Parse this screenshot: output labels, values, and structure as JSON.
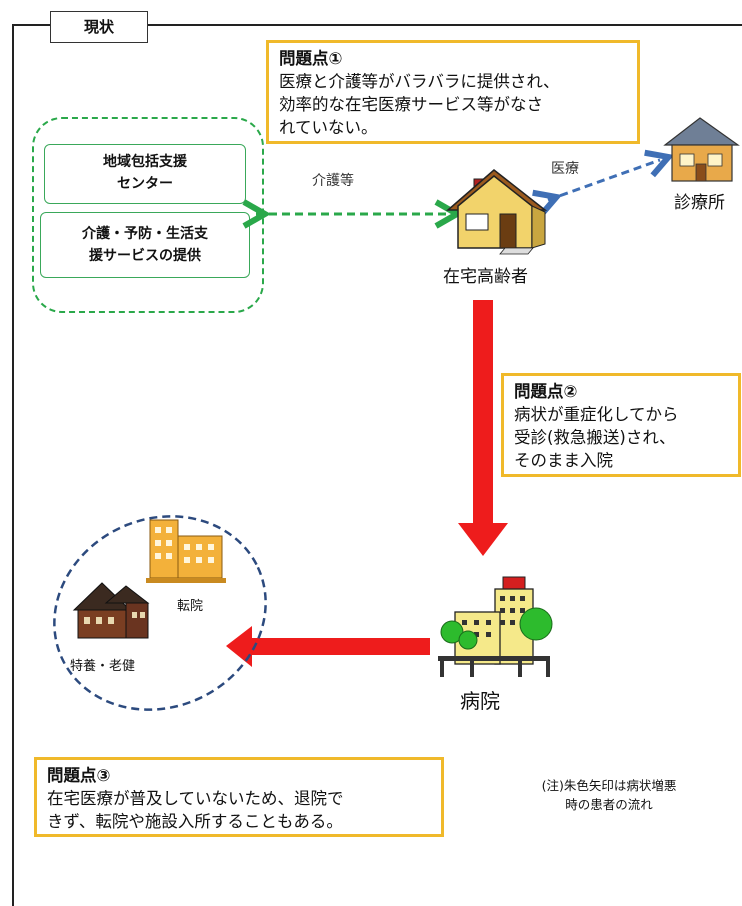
{
  "tab_label": "現状",
  "problem1": {
    "title": "問題点①",
    "body": "医療と介護等がバラバラに提供され、\n効率的な在宅医療サービス等がなさ\nれていない。"
  },
  "problem2": {
    "title": "問題点②",
    "body": "病状が重症化してから\n受診(救急搬送)され、\nそのまま入院"
  },
  "problem3": {
    "title": "問題点③",
    "body": "在宅医療が普及していないため、退院で\nきず、転院や施設入所することもある。"
  },
  "community_center": "地域包括支援\nセンター",
  "care_services": "介護・予防・生活支\n援サービスの提供",
  "label_care": "介護等",
  "label_medical": "医療",
  "clinic": "診療所",
  "home_elderly": "在宅高齢者",
  "hospital": "病院",
  "transfer": "転院",
  "nursing_home": "特養・老健",
  "note": "(注)朱色矢印は病状増悪\n時の患者の流れ",
  "colors": {
    "accent_yellow": "#f0b92a",
    "green": "#2aa84a",
    "red": "#ee1c1c",
    "blue_dash": "#3f6fb5",
    "navy_dash": "#2c4a7e"
  }
}
